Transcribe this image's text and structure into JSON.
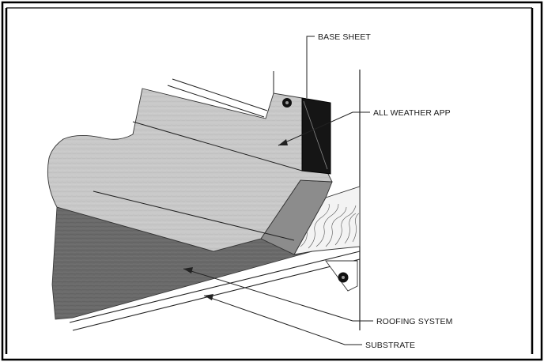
{
  "labels": {
    "base_sheet": "BASE SHEET",
    "all_weather_app": "ALL WEATHER APP",
    "roofing_system": "ROOFING SYSTEM",
    "substrate": "SUBSTRATE"
  },
  "colors": {
    "frame": "#000000",
    "light_gray_membrane": "#c8c8c8",
    "dark_gray_substrate": "#6a6a6a",
    "mid_gray_edge": "#8c8c8c",
    "black_flashing": "#151515",
    "wood_blocking": "#f2f2f2",
    "line": "#222222"
  },
  "icons": {
    "fastener_upper": "fastener-icon",
    "fastener_lower": "fastener-icon"
  }
}
